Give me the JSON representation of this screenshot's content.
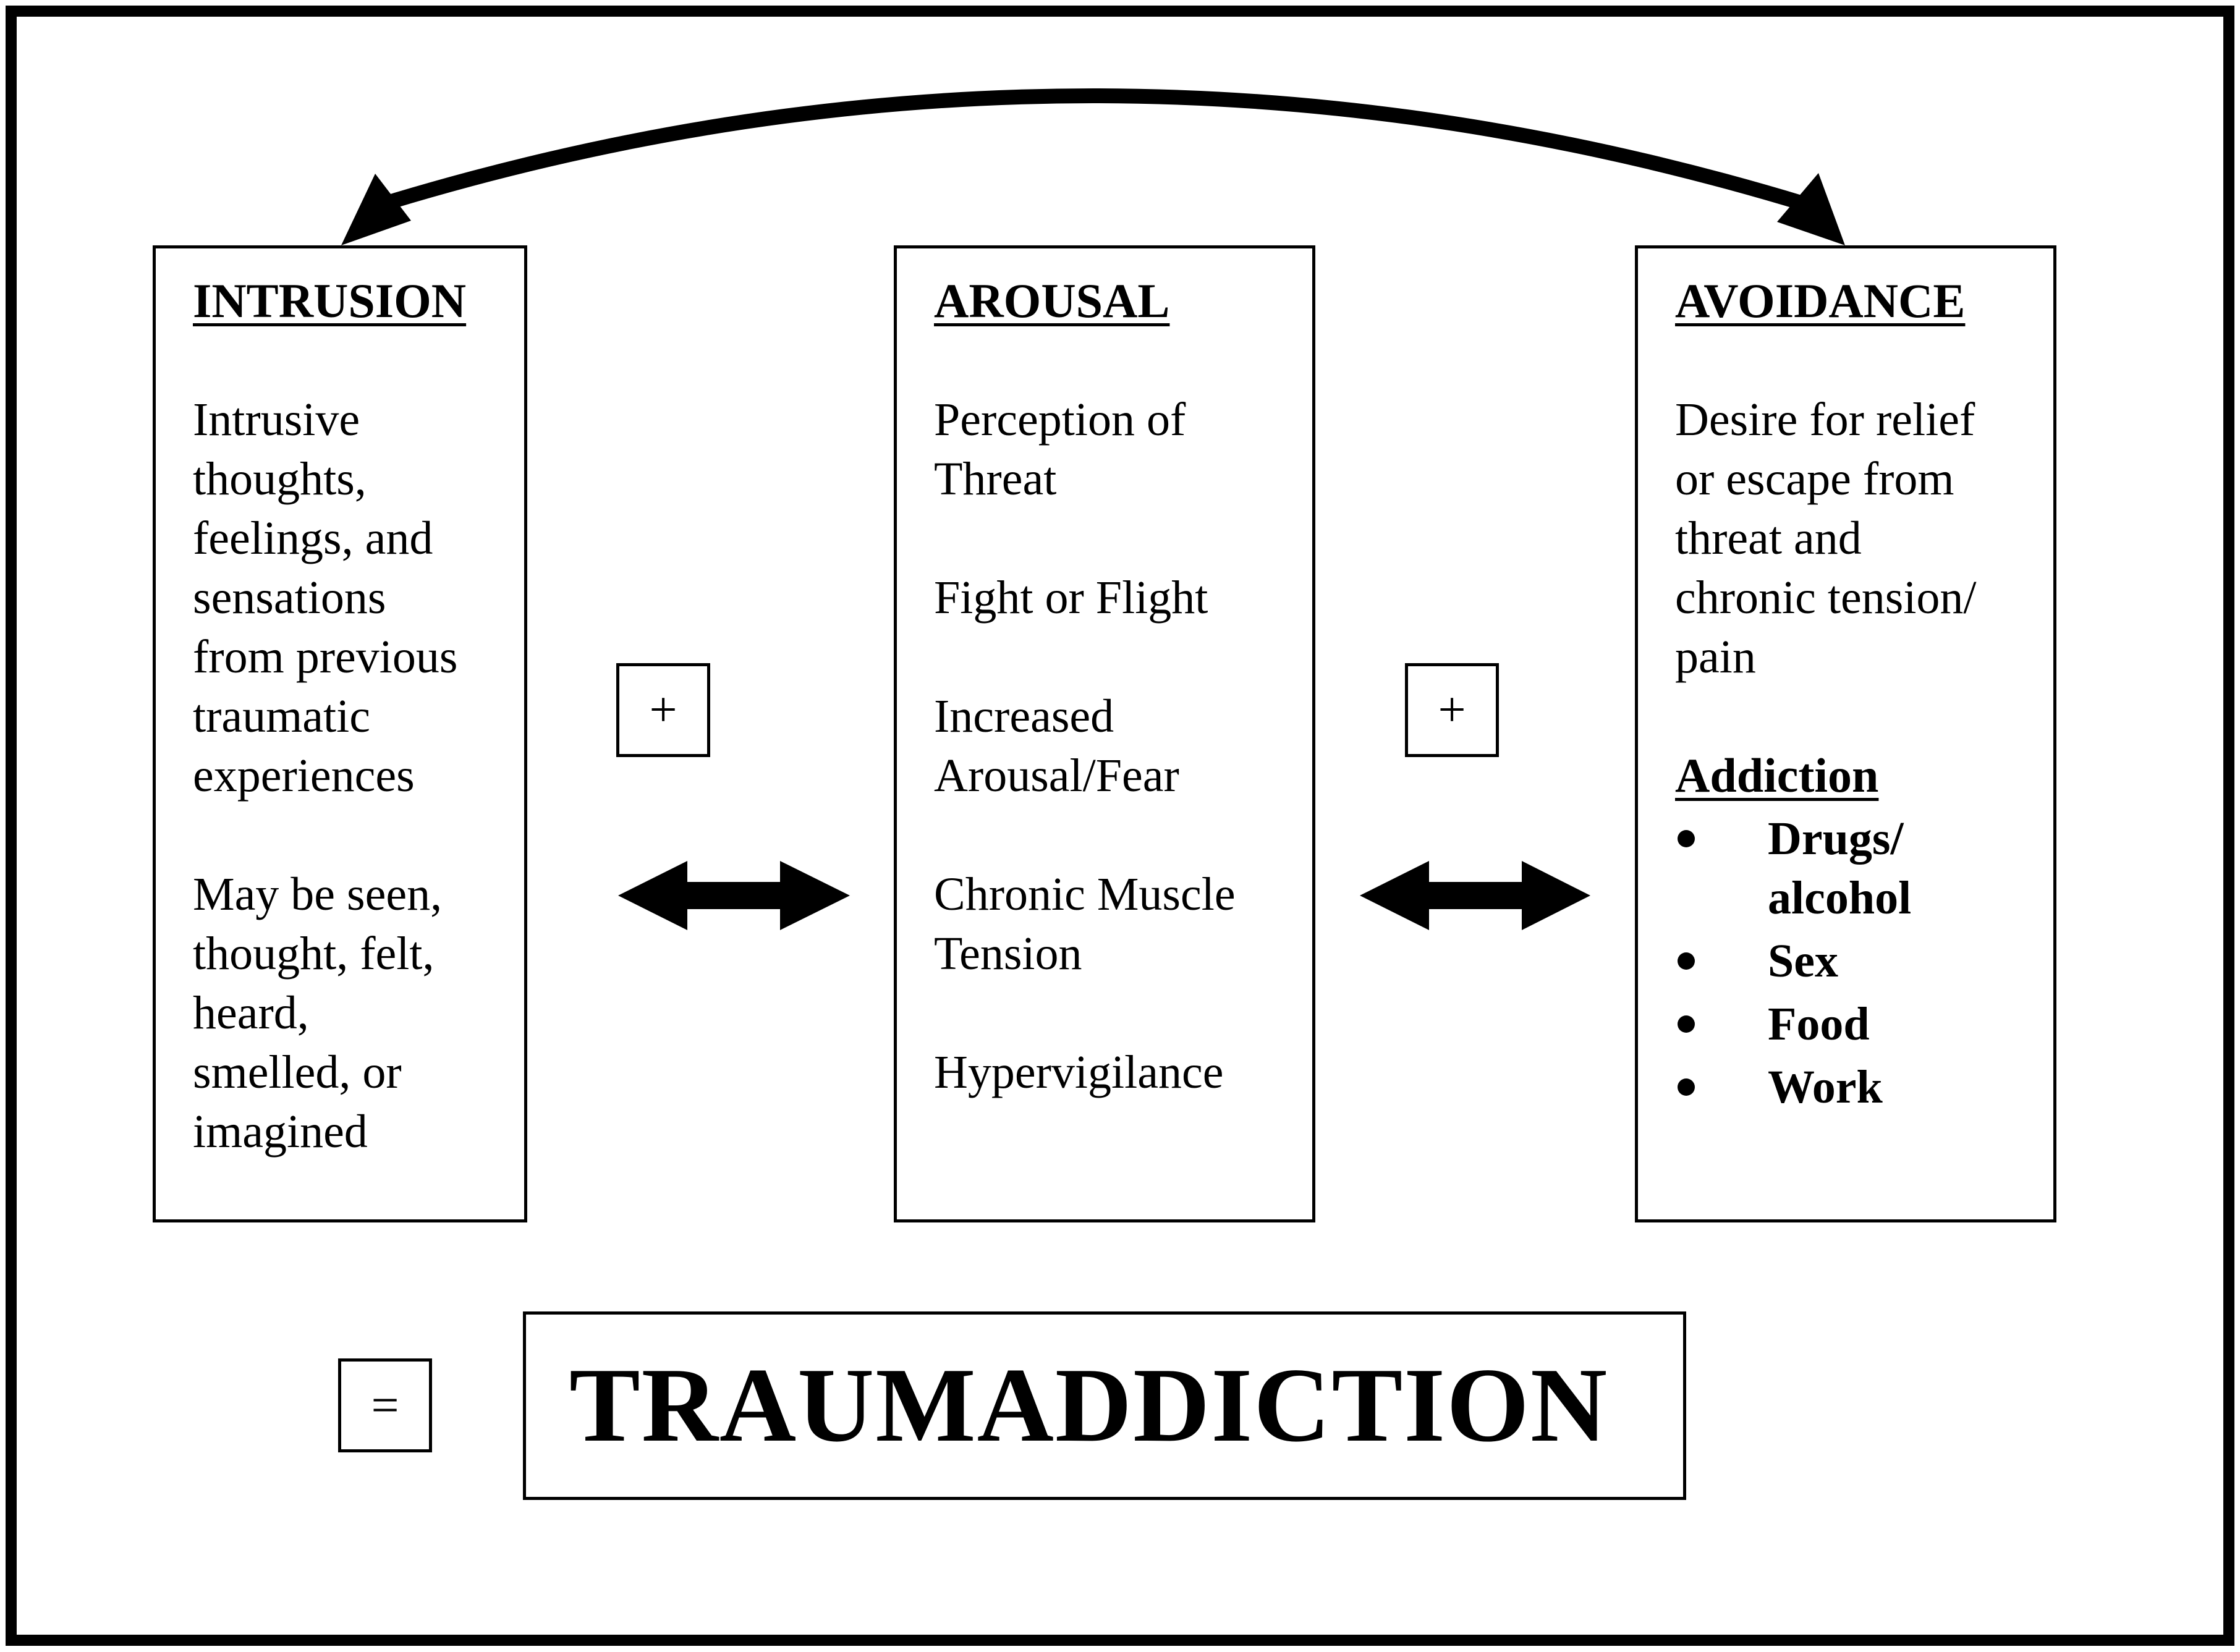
{
  "intrusion": {
    "title": "INTRUSION",
    "p1": "Intrusive\nthoughts,\nfeelings, and\nsensations\nfrom previous\ntraumatic\nexperiences",
    "p2": "May be seen,\nthought, felt,\nheard,\nsmelled, or\nimagined"
  },
  "arousal": {
    "title": "AROUSAL",
    "items": [
      "Perception of\nThreat",
      "Fight or Flight",
      "Increased\nArousal/Fear",
      "Chronic Muscle\nTension",
      "Hypervigilance"
    ]
  },
  "avoidance": {
    "title": "AVOIDANCE",
    "description": "Desire for relief\nor escape from\nthreat and\nchronic tension/\npain",
    "addiction_title": "Addiction",
    "addiction_items": [
      "Drugs/ alcohol",
      "Sex",
      "Food",
      "Work"
    ]
  },
  "operators": {
    "plus_left": "+",
    "plus_right": "+",
    "equals": "="
  },
  "result": "TRAUMADDICTION",
  "colors": {
    "line": "#000000",
    "background": "#ffffff"
  }
}
